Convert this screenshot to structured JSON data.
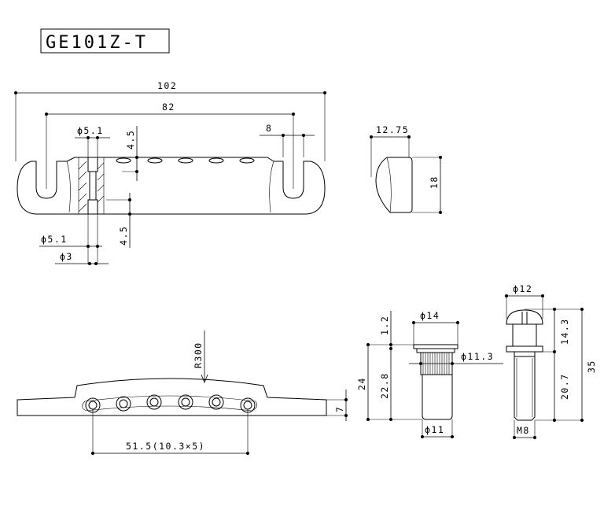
{
  "title": "GE101Z-T",
  "dims": {
    "total_width": "102",
    "stud_spacing": "82",
    "slot_width": "8",
    "depth": "12.75",
    "height": "18",
    "hole_top": "4.5",
    "hole_bottom": "4.5",
    "hole_dia_top": "ϕ5.1",
    "hole_dia_bottom": "ϕ5.1",
    "hole_dia_small": "ϕ3",
    "radius": "R300",
    "string_spacing": "51.5(10.3×5)",
    "bridge_height": "7",
    "bushing_flange": "1.2",
    "bushing_flange_dia": "ϕ14",
    "bushing_total": "24",
    "bushing_body": "22.8",
    "bushing_knurl_dia": "ϕ11.3",
    "bushing_bottom_dia": "ϕ11",
    "stud_head_dia": "ϕ12",
    "stud_head": "14.3",
    "stud_total": "35",
    "stud_thread": "20.7",
    "stud_thread_spec": "M8"
  }
}
